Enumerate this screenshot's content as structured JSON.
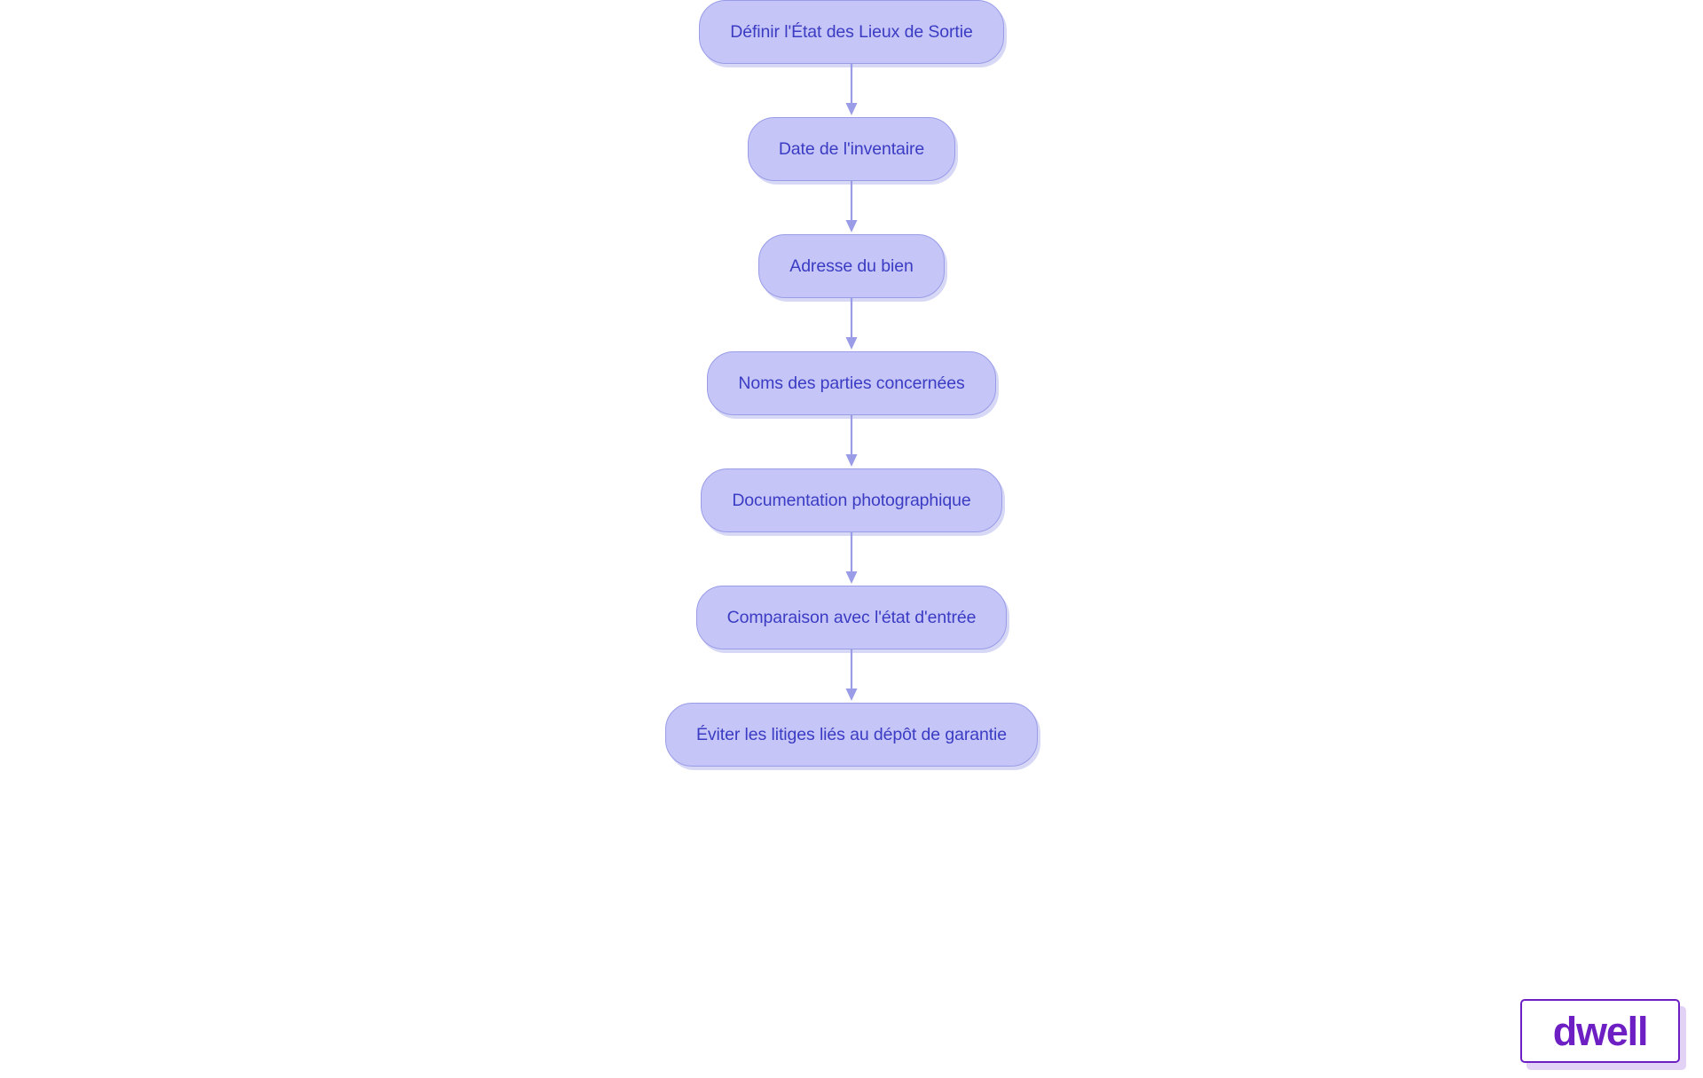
{
  "diagram": {
    "type": "flowchart",
    "orientation": "vertical",
    "background_color": "#ffffff",
    "node_fill_color": "#c5c6f7",
    "node_border_color": "#9a9ce8",
    "node_text_color": "#3b3bc4",
    "connector_color": "#9a9ce8",
    "nodes": [
      {
        "id": "n1",
        "label": "Définir l'État des Lieux de Sortie"
      },
      {
        "id": "n2",
        "label": "Date de l'inventaire"
      },
      {
        "id": "n3",
        "label": "Adresse du bien"
      },
      {
        "id": "n4",
        "label": "Noms des parties concernées"
      },
      {
        "id": "n5",
        "label": "Documentation photographique"
      },
      {
        "id": "n6",
        "label": "Comparaison avec l'état d'entrée"
      },
      {
        "id": "n7",
        "label": "Éviter les litiges liés au dépôt de garantie"
      }
    ],
    "edges": [
      {
        "from": "n1",
        "to": "n2",
        "label": ""
      },
      {
        "from": "n2",
        "to": "n3",
        "label": ""
      },
      {
        "from": "n3",
        "to": "n4",
        "label": ""
      },
      {
        "from": "n4",
        "to": "n5",
        "label": ""
      },
      {
        "from": "n5",
        "to": "n6",
        "label": ""
      },
      {
        "from": "n6",
        "to": "n7",
        "label": ""
      }
    ]
  },
  "logo": {
    "text": "dwell",
    "text_color": "#6d1fc4",
    "border_color": "#6d1fc4",
    "background_color": "#ffffff"
  }
}
